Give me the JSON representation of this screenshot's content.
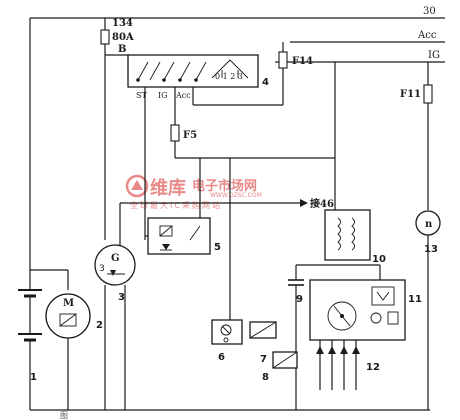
{
  "bus": {
    "b30": "30",
    "acc": "Acc",
    "ig": "IG"
  },
  "main_fuse": {
    "num": "134",
    "rating": "80A",
    "terminal_b": "B"
  },
  "switch": {
    "st": "ST",
    "ig": "IG",
    "acc": "Acc",
    "positions": "0 1 2 3",
    "num": "4"
  },
  "fuses": {
    "f14": "F14",
    "f5": "F5",
    "f11": "F11"
  },
  "connector": {
    "label": "接46"
  },
  "components": {
    "battery": "1",
    "starter": "2",
    "starter_m": "M",
    "generator": "3",
    "generator_g": "G",
    "generator_3": "3",
    "relay": "5",
    "lamp6": "6",
    "sol7": "7",
    "sol8": "8",
    "capacitor": "9",
    "coil": "10",
    "module": "11",
    "plug": "12",
    "tacho": "13",
    "tacho_n": "n"
  },
  "watermark": {
    "brand": "维库",
    "name": "电子市场网",
    "url": "WWW.DZSC.COM",
    "tagline": "全球最大IC采购网站"
  },
  "caption": {
    "fig": "图"
  }
}
